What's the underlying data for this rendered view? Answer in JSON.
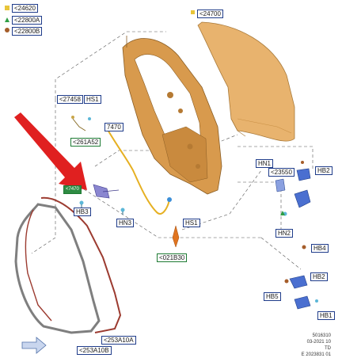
{
  "legend": [
    {
      "label": "<24620",
      "marker": "square",
      "color": "#e8c53a"
    },
    {
      "label": "<22800A",
      "marker": "triangle",
      "color": "#2f9e44"
    },
    {
      "label": "<22800B",
      "marker": "circle",
      "color": "#a55d2a"
    }
  ],
  "callouts": {
    "c24700": "<24700",
    "c27458": "<27458",
    "hs1_top": "HS1",
    "c7470": "7470",
    "c261a52": "<261A52",
    "c7470b": "<7470",
    "hb3": "HB3",
    "hn3": "HN3",
    "hs1_mid": "HS1",
    "c021b30": "<021B30",
    "hn1": "HN1",
    "c23550": "<23550",
    "hb2_top": "HB2",
    "hn2": "HN2",
    "hb4": "HB4",
    "hb2_low": "HB2",
    "hb5": "HB5",
    "hb1": "HB1",
    "c253a10a": "<253A10A",
    "c253a10b": "<253A10B"
  },
  "reference": {
    "line1": "5016310",
    "line2": "03-2021 10",
    "line3": "TD",
    "line4": "E 2023831 01"
  },
  "colors": {
    "door_shell": "#e0a357",
    "door_frame": "#c99045",
    "outer_skin": "#e8b36e",
    "seal_dark": "#8a8a8a",
    "seal_red": "#9c3b30",
    "arrow_red": "#e02020",
    "cable": "#e6b022",
    "bracket_blue": "#4a6fd0",
    "label_blue": "#1f3c8a",
    "label_green": "#1d7a33"
  }
}
